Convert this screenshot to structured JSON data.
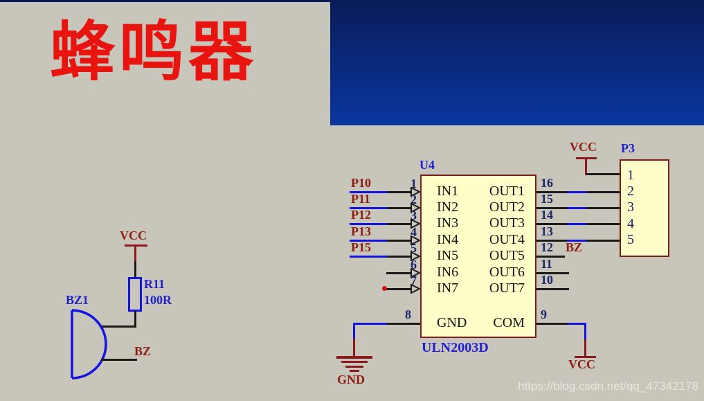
{
  "title": "蜂鸣器",
  "watermark": "https://blog.csdn.net/qq_47342178",
  "left_circuit": {
    "power_label": "VCC",
    "buzzer_ref": "BZ1",
    "resistor_ref": "R11",
    "resistor_value": "100R",
    "net_label": "BZ"
  },
  "uln": {
    "ref": "U4",
    "part": "ULN2003D",
    "inputs": [
      {
        "pin": "1",
        "net": "P10",
        "name": "IN1"
      },
      {
        "pin": "2",
        "net": "P11",
        "name": "IN2"
      },
      {
        "pin": "3",
        "net": "P12",
        "name": "IN3"
      },
      {
        "pin": "4",
        "net": "P13",
        "name": "IN4"
      },
      {
        "pin": "5",
        "net": "P15",
        "name": "IN5"
      },
      {
        "pin": "6",
        "name": "IN6"
      },
      {
        "pin": "7",
        "name": "IN7"
      }
    ],
    "outputs": [
      {
        "pin": "16",
        "name": "OUT1"
      },
      {
        "pin": "15",
        "name": "OUT2"
      },
      {
        "pin": "14",
        "name": "OUT3"
      },
      {
        "pin": "13",
        "name": "OUT4"
      },
      {
        "pin": "12",
        "name": "OUT5",
        "net": "BZ"
      },
      {
        "pin": "11",
        "name": "OUT6"
      },
      {
        "pin": "10",
        "name": "OUT7"
      }
    ],
    "gnd_pin": {
      "pin": "8",
      "name": "GND"
    },
    "com_pin": {
      "pin": "9",
      "name": "COM"
    }
  },
  "p3": {
    "ref": "P3",
    "pins": [
      "1",
      "2",
      "3",
      "4",
      "5"
    ]
  },
  "power": {
    "vcc_p3": "VCC",
    "vcc_com": "VCC",
    "gnd": "GND"
  },
  "colors": {
    "background": "#c8c5bb",
    "banner_top": "#0a1c58",
    "banner_bottom": "#0b35a0",
    "title": "#e81410",
    "net_label": "#8e1d12",
    "component_label": "#2121cf",
    "wire": "#1a1a1a",
    "wire_highlight": "#1414e0",
    "power_symbol": "#8b1a1a",
    "chip_fill": "#fffdc8",
    "chip_border": "#7a1c1c",
    "pin_number": "#1c2566"
  }
}
